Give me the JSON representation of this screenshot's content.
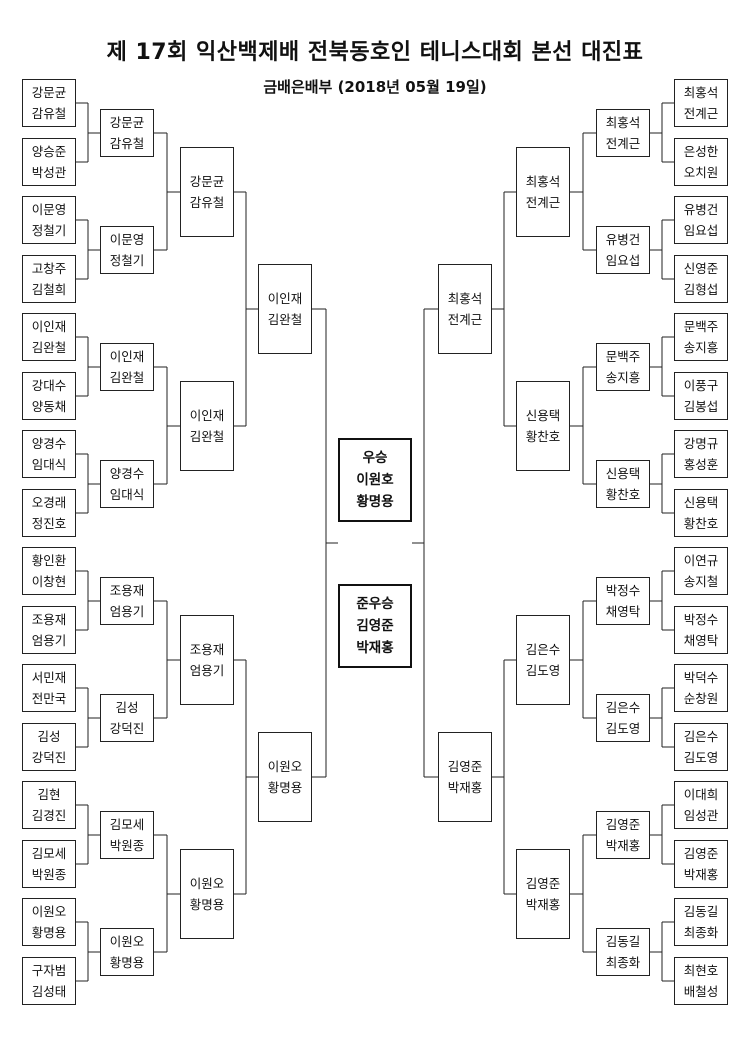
{
  "title": "제 17회 익산백제배 전북동호인 테니스대회 본선 대진표",
  "subtitle": "금배은배부 (2018년 05월 19일)",
  "left": {
    "r0": [
      [
        "강문균",
        "감유철"
      ],
      [
        "양승준",
        "박성관"
      ],
      [
        "이문영",
        "정철기"
      ],
      [
        "고창주",
        "김철희"
      ],
      [
        "이인재",
        "김완철"
      ],
      [
        "강대수",
        "양동채"
      ],
      [
        "양경수",
        "임대식"
      ],
      [
        "오경래",
        "정진호"
      ],
      [
        "황인환",
        "이창현"
      ],
      [
        "조용재",
        "엄용기"
      ],
      [
        "서민재",
        "전만국"
      ],
      [
        "김성",
        "강덕진"
      ],
      [
        "김현",
        "김경진"
      ],
      [
        "김모세",
        "박원종"
      ],
      [
        "이원오",
        "황명용"
      ],
      [
        "구자범",
        "김성태"
      ]
    ],
    "r1": [
      [
        "강문균",
        "감유철"
      ],
      [
        "이문영",
        "정철기"
      ],
      [
        "이인재",
        "김완철"
      ],
      [
        "양경수",
        "임대식"
      ],
      [
        "조용재",
        "엄용기"
      ],
      [
        "김성",
        "강덕진"
      ],
      [
        "김모세",
        "박원종"
      ],
      [
        "이원오",
        "황명용"
      ]
    ],
    "r2": [
      [
        "강문균",
        "감유철"
      ],
      [
        "이인재",
        "김완철"
      ],
      [
        "조용재",
        "엄용기"
      ],
      [
        "이원오",
        "황명용"
      ]
    ],
    "r3": [
      [
        "이인재",
        "김완철"
      ],
      [
        "이원오",
        "황명용"
      ]
    ]
  },
  "right": {
    "r0": [
      [
        "최홍석",
        "전계근"
      ],
      [
        "은성한",
        "오치원"
      ],
      [
        "유병건",
        "임요섭"
      ],
      [
        "신영준",
        "김형섭"
      ],
      [
        "문백주",
        "송지흥"
      ],
      [
        "이풍구",
        "김봉섭"
      ],
      [
        "강명규",
        "홍성훈"
      ],
      [
        "신용택",
        "황찬호"
      ],
      [
        "이연규",
        "송지철"
      ],
      [
        "박정수",
        "채영탁"
      ],
      [
        "박덕수",
        "순창원"
      ],
      [
        "김은수",
        "김도영"
      ],
      [
        "이대희",
        "임성관"
      ],
      [
        "김영준",
        "박재홍"
      ],
      [
        "김동길",
        "최종화"
      ],
      [
        "최현호",
        "배철성"
      ]
    ],
    "r1": [
      [
        "최홍석",
        "전계근"
      ],
      [
        "유병건",
        "임요섭"
      ],
      [
        "문백주",
        "송지흥"
      ],
      [
        "신용택",
        "황찬호"
      ],
      [
        "박정수",
        "채영탁"
      ],
      [
        "김은수",
        "김도영"
      ],
      [
        "김영준",
        "박재홍"
      ],
      [
        "김동길",
        "최종화"
      ]
    ],
    "r2": [
      [
        "최홍석",
        "전계근"
      ],
      [
        "신용택",
        "황찬호"
      ],
      [
        "김은수",
        "김도영"
      ],
      [
        "김영준",
        "박재홍"
      ]
    ],
    "r3": [
      [
        "최홍석",
        "전계근"
      ],
      [
        "김영준",
        "박재홍"
      ]
    ]
  },
  "champion": {
    "label": "우승",
    "p1": "이원호",
    "p2": "황명용"
  },
  "runner_up": {
    "label": "준우승",
    "p1": "김영준",
    "p2": "박재홍"
  }
}
